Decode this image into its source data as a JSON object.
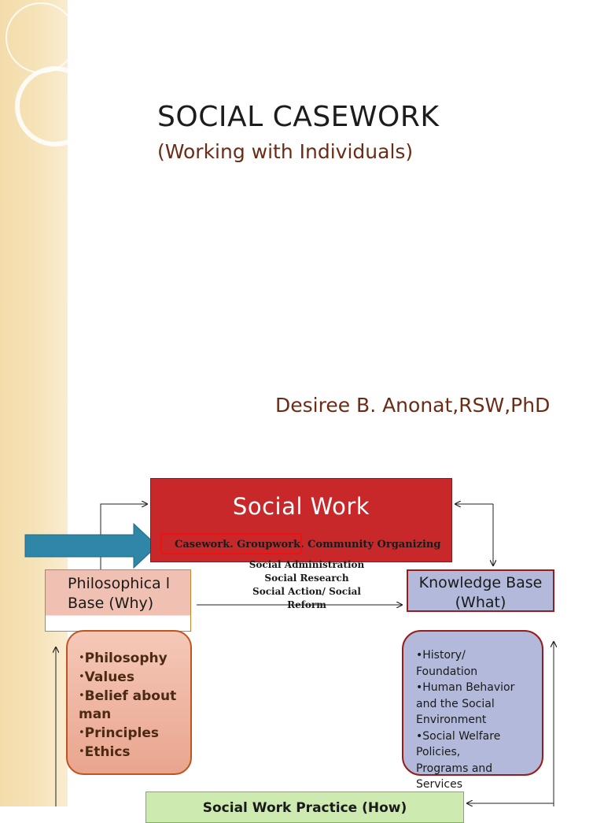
{
  "slide": {
    "title": "SOCIAL CASEWORK",
    "subtitle": "(Working with Individuals)",
    "author": "Desiree B. Anonat,RSW,PhD"
  },
  "diagram": {
    "social_work": {
      "title": "Social Work",
      "methods_line": "Casework. Groupwork. Community Organizing",
      "more_methods": [
        "Social Administration",
        "Social Research",
        "Social Action/ Social",
        "Reform"
      ]
    },
    "philosophical_base": {
      "header": "Philosophica l Base (Why)",
      "items": [
        "Philosophy",
        "Values",
        "Belief about man",
        "Principles",
        "Ethics"
      ]
    },
    "knowledge_base": {
      "header": "Knowledge Base (What)",
      "items": [
        "History/\n Foundation",
        "Human Behavior\n and the Social\nEnvironment",
        "Social Welfare\nPolicies,\nPrograms  and\nServices"
      ]
    },
    "practice": {
      "label": "Social Work Practice (How)"
    }
  },
  "colors": {
    "social_work_fill": "#c8282a",
    "knowledge_fill": "#b2b9da",
    "philosophical_fill": "#f0c0b2",
    "practice_fill": "#cdebb0",
    "arrow_fill": "#2f86a6",
    "highlight_border": "#ee1111",
    "accent_text": "#6a2c16"
  }
}
